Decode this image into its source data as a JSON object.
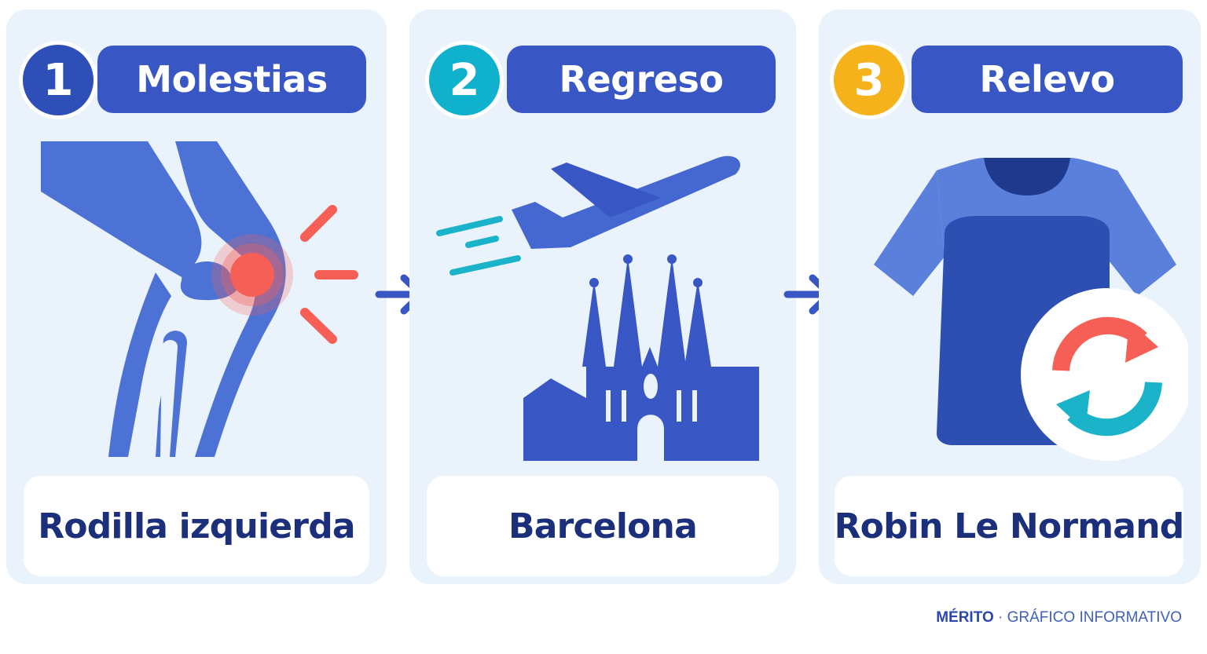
{
  "steps": [
    {
      "number": "1",
      "title": "Molestias",
      "label": "Rodilla izquierda",
      "accent": "#2f4fb8",
      "icon": "knee-pain-icon"
    },
    {
      "number": "2",
      "title": "Regreso",
      "label": "Barcelona",
      "accent": "#0fb1cc",
      "icon": "airplane-barcelona-icon"
    },
    {
      "number": "3",
      "title": "Relevo",
      "label": "Robin Le Normand",
      "accent": "#f5b21a",
      "icon": "shirt-substitution-icon"
    }
  ],
  "footer": {
    "brand": "MÉRITO",
    "separator": " · ",
    "text": "GRÁFICO INFORMATIVO"
  },
  "colors": {
    "panel_bg": "#eaf2fc",
    "pill_bg": "#3957c4",
    "label_text": "#1c2f7a",
    "illustration_blue": "#4d72d6",
    "pain_red": "#f65f55"
  }
}
